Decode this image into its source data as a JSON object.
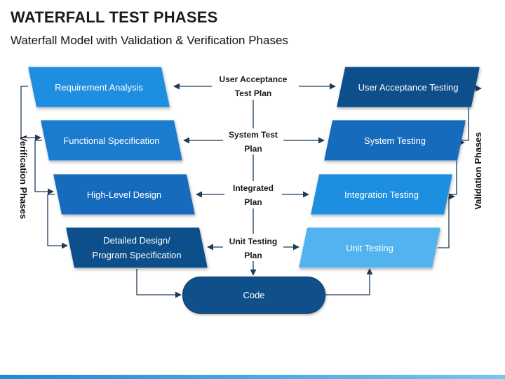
{
  "header": {
    "title": "WATERFALL TEST PHASES",
    "subtitle": "Waterfall Model with Validation & Verification Phases"
  },
  "colors": {
    "level1": "#1e8fe0",
    "level2": "#1a7bcf",
    "level3": "#176bbd",
    "level4": "#0d4f8b",
    "level4_light": "#53b3ee",
    "code": "#0f4f8a",
    "arrow": "#1f3b57"
  },
  "verification": {
    "phase_label": "Verification Phases",
    "steps": [
      {
        "label": "Requirement Analysis"
      },
      {
        "label": "Functional Specification"
      },
      {
        "label": "High-Level Design"
      },
      {
        "label_line1": "Detailed Design/",
        "label_line2": "Program Specification"
      }
    ]
  },
  "plans": [
    {
      "line1": "User Acceptance",
      "line2": "Test Plan"
    },
    {
      "line1": "System Test",
      "line2": "Plan"
    },
    {
      "line1": "Integrated",
      "line2": "Plan"
    },
    {
      "line1": "Unit Testing",
      "line2": "Plan"
    }
  ],
  "validation": {
    "phase_label": "Validation Phases",
    "steps": [
      {
        "label": "User Acceptance Testing"
      },
      {
        "label": "System Testing"
      },
      {
        "label": "Integration Testing"
      },
      {
        "label": "Unit Testing"
      }
    ]
  },
  "code": {
    "label": "Code"
  }
}
